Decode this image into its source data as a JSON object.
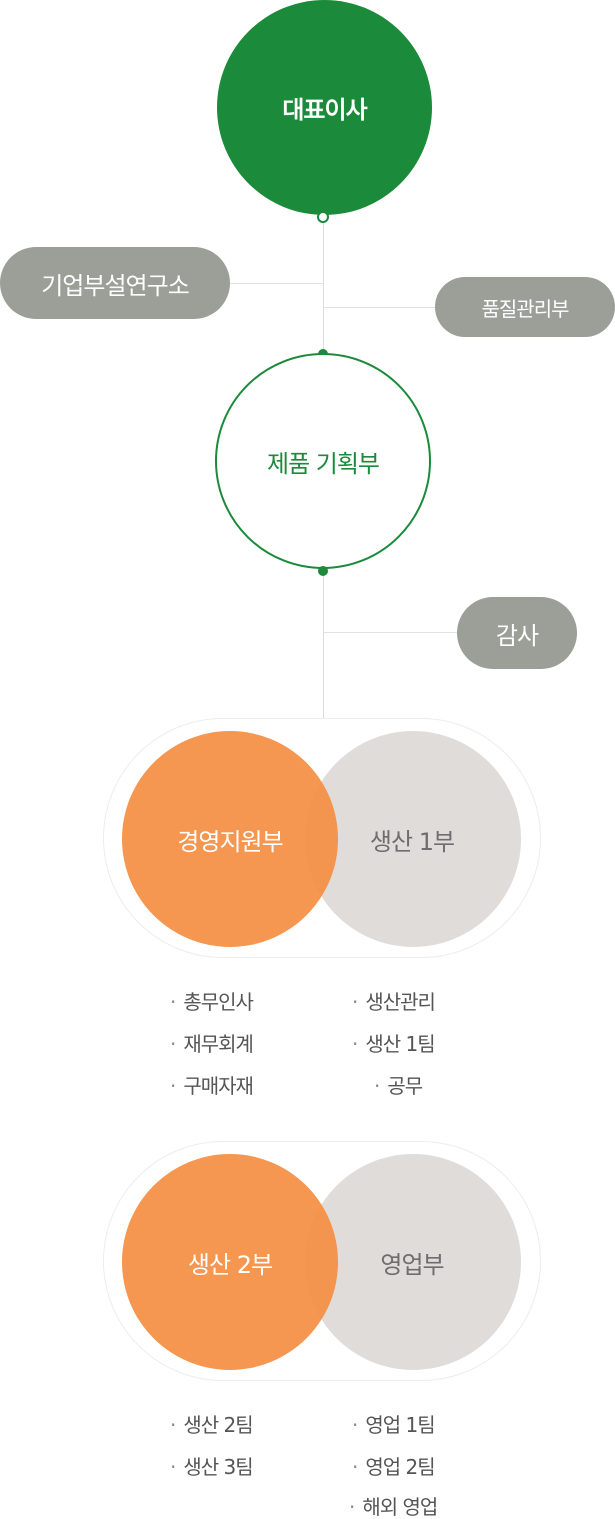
{
  "org": {
    "ceo": "대표이사",
    "research_lab": "기업부설연구소",
    "quality": "품질관리부",
    "product_planning": "제품 기획부",
    "audit": "감사"
  },
  "group1": {
    "left": "경영지원부",
    "right": "생산 1부",
    "left_items": [
      "총무인사",
      "재무회계",
      "구매자재"
    ],
    "right_items": [
      "생산관리",
      "생산 1팀",
      "공무"
    ]
  },
  "group2": {
    "left": "생산 2부",
    "right": "영업부",
    "left_items": [
      "생산 2팀",
      "생산 3팀"
    ],
    "right_items": [
      "영업 1팀",
      "영업 2팀",
      "해외 영업"
    ]
  },
  "colors": {
    "green": "#1b8a3a",
    "orange": "#f4944c",
    "grey_circle": "#dfdcd9",
    "pill": "#9b9f98"
  }
}
